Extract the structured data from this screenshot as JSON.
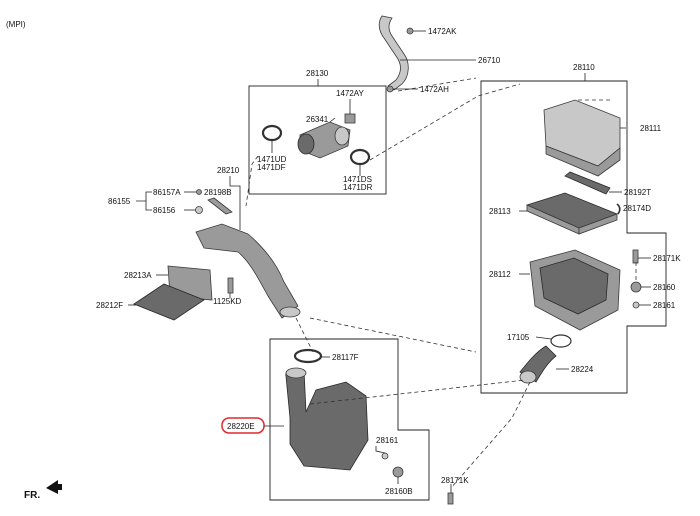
{
  "header": {
    "variant": "(MPI)"
  },
  "footer": {
    "direction": "FR."
  },
  "highlight_color": "#e0282e",
  "labels": {
    "p1472AK": "1472AK",
    "p26710": "26710",
    "p1472AH": "1472AH",
    "p28130": "28130",
    "p1472AY": "1472AY",
    "p26341": "26341",
    "p1471UD": "1471UD",
    "p1471DF": "1471DF",
    "p1471DS": "1471DS",
    "p1471DR": "1471DR",
    "p28110": "28110",
    "p28111": "28111",
    "p28192T": "28192T",
    "p28113": "28113",
    "p28174D": "28174D",
    "p28171K_a": "28171K",
    "p28112": "28112",
    "p28160_a": "28160",
    "p28161_a": "28161",
    "p17105": "17105",
    "p28224": "28224",
    "p28210": "28210",
    "p86157A": "86157A",
    "p28198B": "28198B",
    "p86155": "86155",
    "p86156": "86156",
    "p28213A": "28213A",
    "p1125KD": "1125KD",
    "p28212F": "28212F",
    "p28117F": "28117F",
    "p28220E": "28220E",
    "p28161_b": "28161",
    "p28160B": "28160B",
    "p28171K_b": "28171K"
  }
}
